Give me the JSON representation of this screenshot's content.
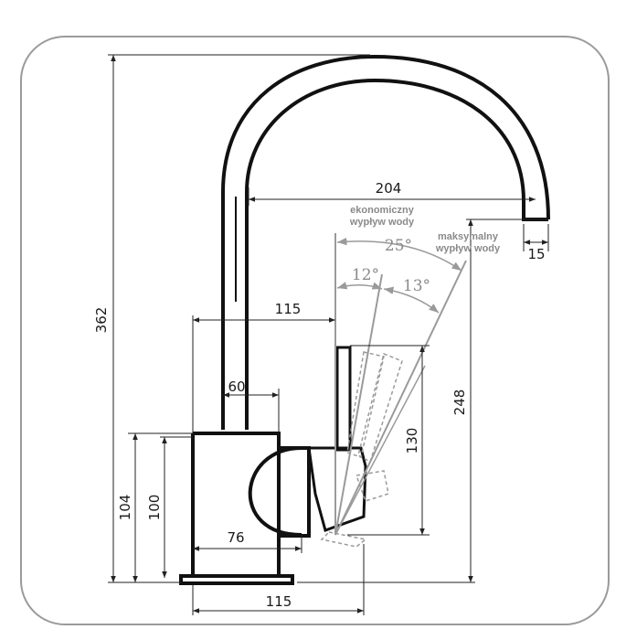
{
  "dimensions": {
    "total_height": "362",
    "spout_reach": "204",
    "spout_end": "15",
    "body_to_handle": "115",
    "pipe_offset": "60",
    "body_width_bottom": "115",
    "dome_width": "76",
    "base_height": "104",
    "body_height": "100",
    "handle_height": "130",
    "outlet_height": "248"
  },
  "angles": {
    "economic": "25°",
    "first": "12°",
    "second": "13°"
  },
  "notes": {
    "economic_line1": "ekonomiczny",
    "economic_line2": "wypływ wody",
    "maximal_line1": "maksymalny",
    "maximal_line2": "wypływ wody"
  },
  "colors": {
    "outline": "#111111",
    "annotation": "#8a8a8a"
  }
}
